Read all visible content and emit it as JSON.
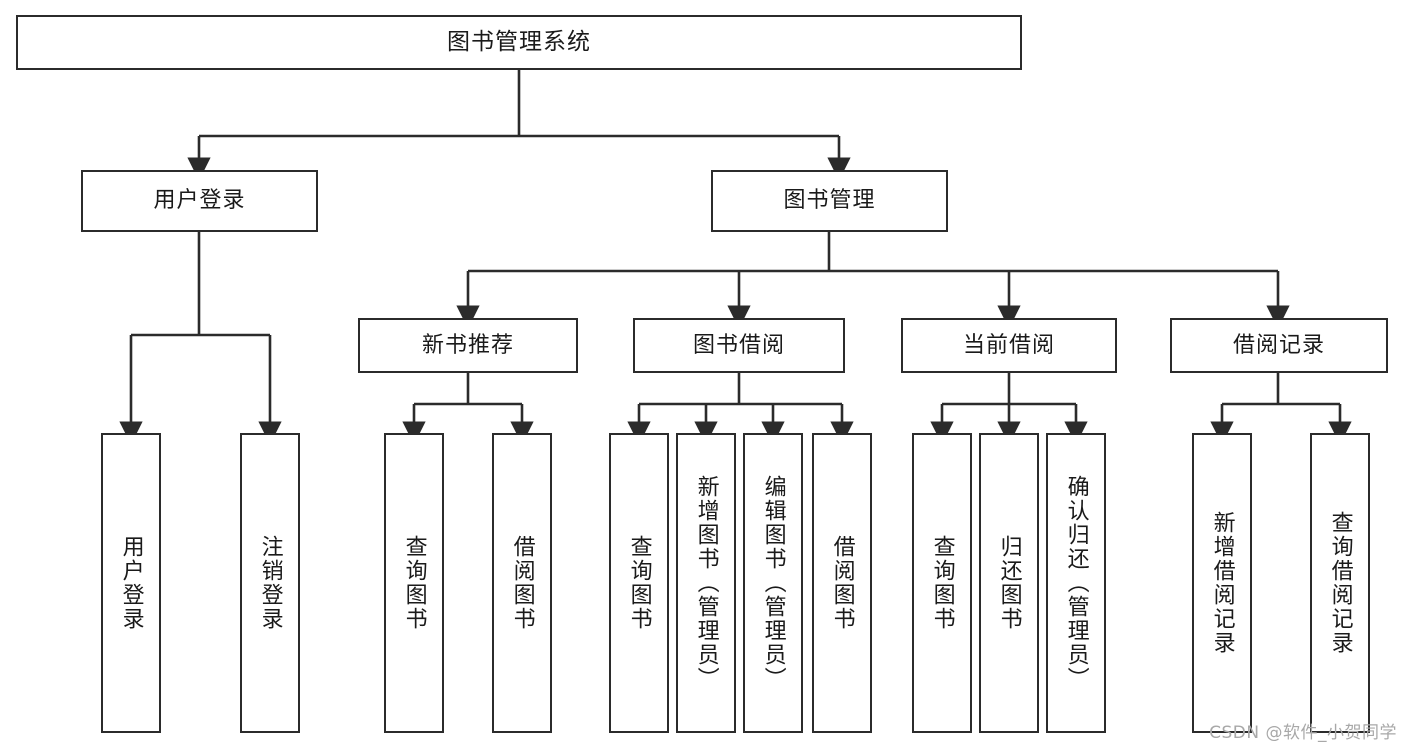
{
  "diagram": {
    "type": "tree-hierarchy",
    "title": "图书管理系统",
    "watermark": "CSDN @软件_小贺同学",
    "colors": {
      "stroke": "#2b2b2b",
      "fill": "#ffffff",
      "text": "#1a1a1a",
      "watermark": "#a8a8a8"
    },
    "root": {
      "label": "图书管理系统"
    },
    "level1": [
      {
        "id": "user-login",
        "label": "用户登录"
      },
      {
        "id": "book-manage",
        "label": "图书管理"
      }
    ],
    "level2": [
      {
        "id": "new-book-recommend",
        "label": "新书推荐",
        "parent": "book-manage"
      },
      {
        "id": "book-borrow",
        "label": "图书借阅",
        "parent": "book-manage"
      },
      {
        "id": "current-borrow",
        "label": "当前借阅",
        "parent": "book-manage"
      },
      {
        "id": "borrow-record",
        "label": "借阅记录",
        "parent": "book-manage"
      }
    ],
    "leaves": [
      {
        "id": "leaf-user-login",
        "label": "用户登录",
        "parent": "user-login"
      },
      {
        "id": "leaf-user-logout",
        "label": "注销登录",
        "parent": "user-login"
      },
      {
        "id": "leaf-query-book-1",
        "label": "查询图书",
        "parent": "new-book-recommend"
      },
      {
        "id": "leaf-borrow-book-1",
        "label": "借阅图书",
        "parent": "new-book-recommend"
      },
      {
        "id": "leaf-query-book-2",
        "label": "查询图书",
        "parent": "book-borrow"
      },
      {
        "id": "leaf-add-book",
        "label": "新增图书（管理员）",
        "parent": "book-borrow"
      },
      {
        "id": "leaf-edit-book",
        "label": "编辑图书（管理员）",
        "parent": "book-borrow"
      },
      {
        "id": "leaf-borrow-book-2",
        "label": "借阅图书",
        "parent": "book-borrow"
      },
      {
        "id": "leaf-query-book-3",
        "label": "查询图书",
        "parent": "current-borrow"
      },
      {
        "id": "leaf-return-book",
        "label": "归还图书",
        "parent": "current-borrow"
      },
      {
        "id": "leaf-confirm-return",
        "label": "确认归还（管理员）",
        "parent": "current-borrow"
      },
      {
        "id": "leaf-add-record",
        "label": "新增借阅记录",
        "parent": "borrow-record"
      },
      {
        "id": "leaf-query-record",
        "label": "查询借阅记录",
        "parent": "borrow-record"
      }
    ]
  }
}
